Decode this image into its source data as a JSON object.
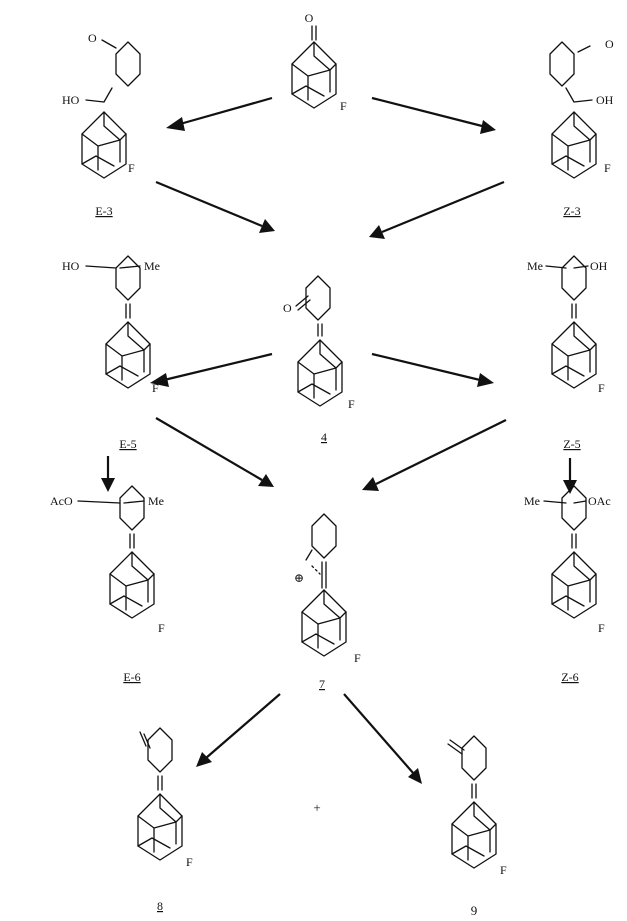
{
  "atoms": {
    "fluorine": "F",
    "oxygen": "O",
    "hydroxyl_left": "HO",
    "hydroxyl_right": "OH",
    "methyl": "Me",
    "acetoxy_left": "AcO",
    "acetoxy_right": "OAc",
    "cation": "⊕",
    "plus": "+"
  },
  "compounds": {
    "e3": "E-3",
    "z3": "Z-3",
    "c4": "4",
    "e5": "E-5",
    "z5": "Z-5",
    "e6": "E-6",
    "z6": "Z-6",
    "c7": "7",
    "c8": "8",
    "c9": "9"
  }
}
